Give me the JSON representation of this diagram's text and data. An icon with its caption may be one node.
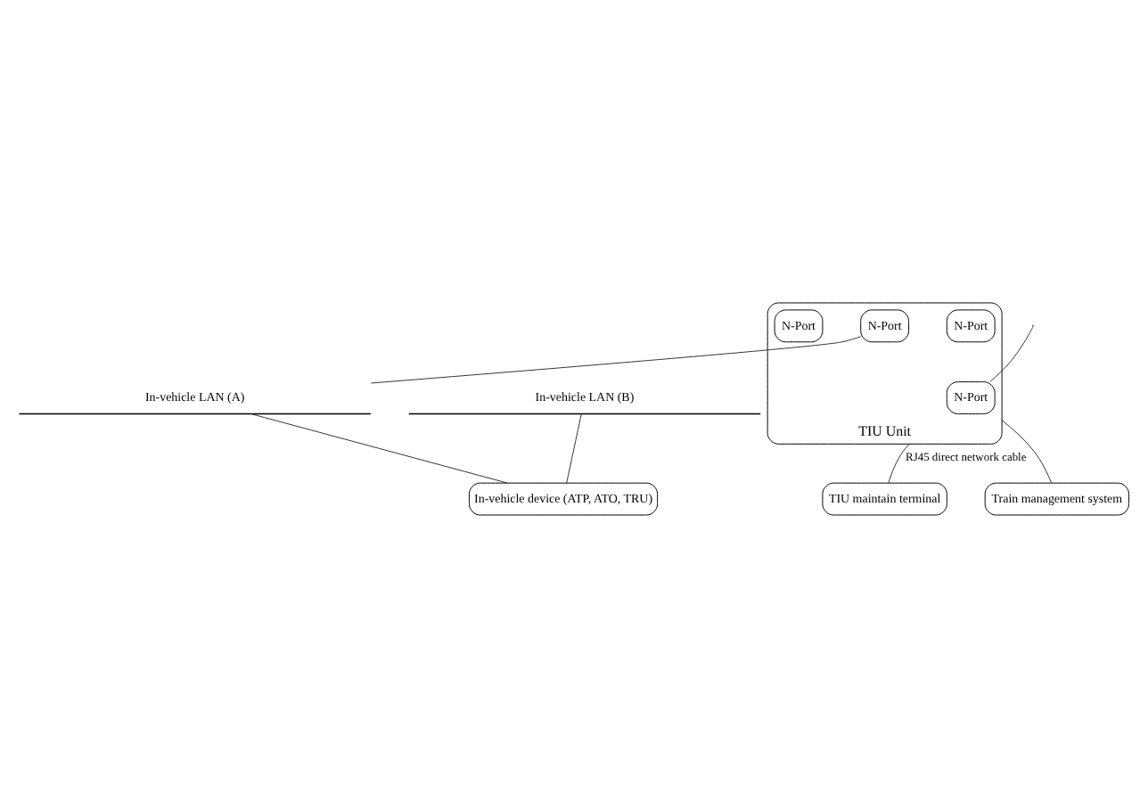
{
  "diagram": {
    "nodes": [
      {
        "text": [
          "TIU Unit"
        ]
      },
      {
        "text": [
          "N-Port"
        ],
        "in": 0
      },
      {
        "text": [
          "N-Port"
        ],
        "in": 0
      },
      {
        "text": [
          "N-Port"
        ],
        "in": 0
      },
      {
        "text": [
          "N-Port"
        ],
        "in": 0
      },
      {
        "text": [
          "TIU maintain terminal"
        ]
      },
      {
        "text": [
          "Train management system"
        ]
      },
      {
        "text": [
          "In-vehicle LAN (A)"
        ]
      },
      {
        "text": [
          "In-vehicle LAN (B)"
        ]
      },
      {
        "text": [
          "In-vehicle device (ATP, ATO, TRU)"
        ]
      }
    ],
    "edges": [
      {
        "from": null,
        "to": 1,
        "arrow": "none"
      },
      {
        "from": 0,
        "to": 5,
        "arrow": "none",
        "label": "RJ45 direct network cable"
      },
      {
        "from": 0,
        "to": 6,
        "arrow": "none"
      },
      {
        "from": 3,
        "to": 7,
        "arrow": "none"
      },
      {
        "from": 8,
        "to": 9,
        "arrow": "none"
      },
      {
        "from": 7,
        "to": 9,
        "arrow": "none"
      }
    ]
  }
}
